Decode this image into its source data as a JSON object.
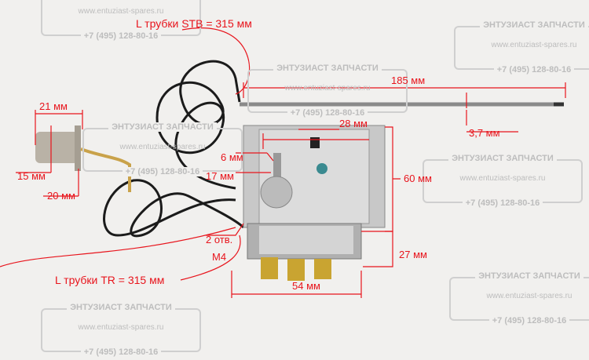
{
  "watermark": {
    "title": "ЭНТУЗИАСТ ЗАПЧАСТИ",
    "url": "www.entuziast-spares.ru",
    "phone": "+7 (495) 128-80-16"
  },
  "labels": {
    "stb_length": "L трубки STB = 315 мм",
    "tr_length": "L трубки TR = 315 мм",
    "probe_length": "185 мм",
    "probe_diameter": "3,7 мм",
    "shaft_width": "28 мм",
    "bulb_width": "21 мм",
    "shaft_6": "6 мм",
    "shaft_17": "17 мм",
    "bulb_15": "15 мм",
    "bulb_20": "20 мм",
    "height_60": "60 мм",
    "holes": "2 отв.",
    "thread": "М4",
    "depth_27": "27 мм",
    "width_54": "54 мм"
  },
  "colors": {
    "annotation": "#e8141c",
    "background": "#f1f0ee"
  }
}
